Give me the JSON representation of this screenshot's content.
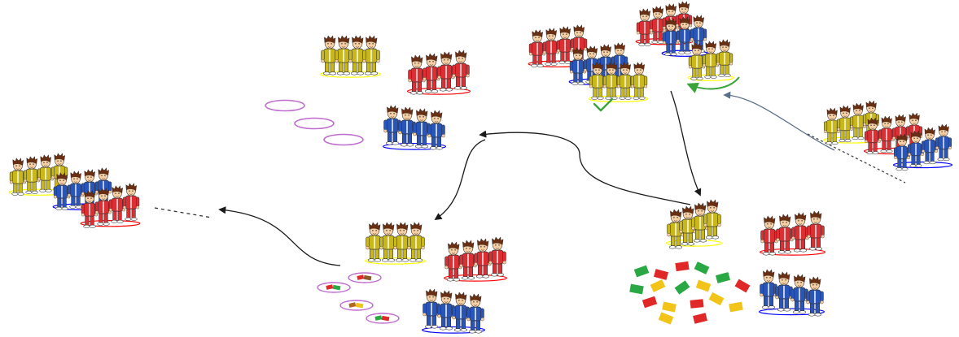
{
  "colors": {
    "yellow_team": "#c8b81c",
    "red_team": "#dc2f34",
    "blue_team": "#2a55b8",
    "skin": "#f6cfa4",
    "hair": "#6a2e12",
    "arrow": "#1a1a1a",
    "return_arrow": "#5a6d8a",
    "accept_arrow": "#3aa33a",
    "slot_ring": "#c06ad0",
    "confetti_green": "#2aa844",
    "confetti_red": "#e02828",
    "confetti_yellow": "#f2c419"
  },
  "stages": [
    {
      "id": "stage-random-mix",
      "description_glyphs": "confetti-pile",
      "groups": [
        "yellow",
        "red",
        "blue"
      ]
    },
    {
      "id": "stage-empty-slots",
      "groups": [
        "yellow",
        "red",
        "blue"
      ]
    },
    {
      "id": "stage-filled-slots",
      "groups": [
        "yellow",
        "red",
        "blue"
      ]
    },
    {
      "id": "stage-merged-line",
      "groups": [
        "yellow",
        "blue",
        "red"
      ]
    },
    {
      "id": "stage-accepted-mix",
      "groups": [
        "red",
        "blue",
        "yellow"
      ],
      "icon": "check-icon"
    },
    {
      "id": "stage-incoming-mix",
      "groups": [
        "yellow",
        "red",
        "blue"
      ]
    }
  ]
}
